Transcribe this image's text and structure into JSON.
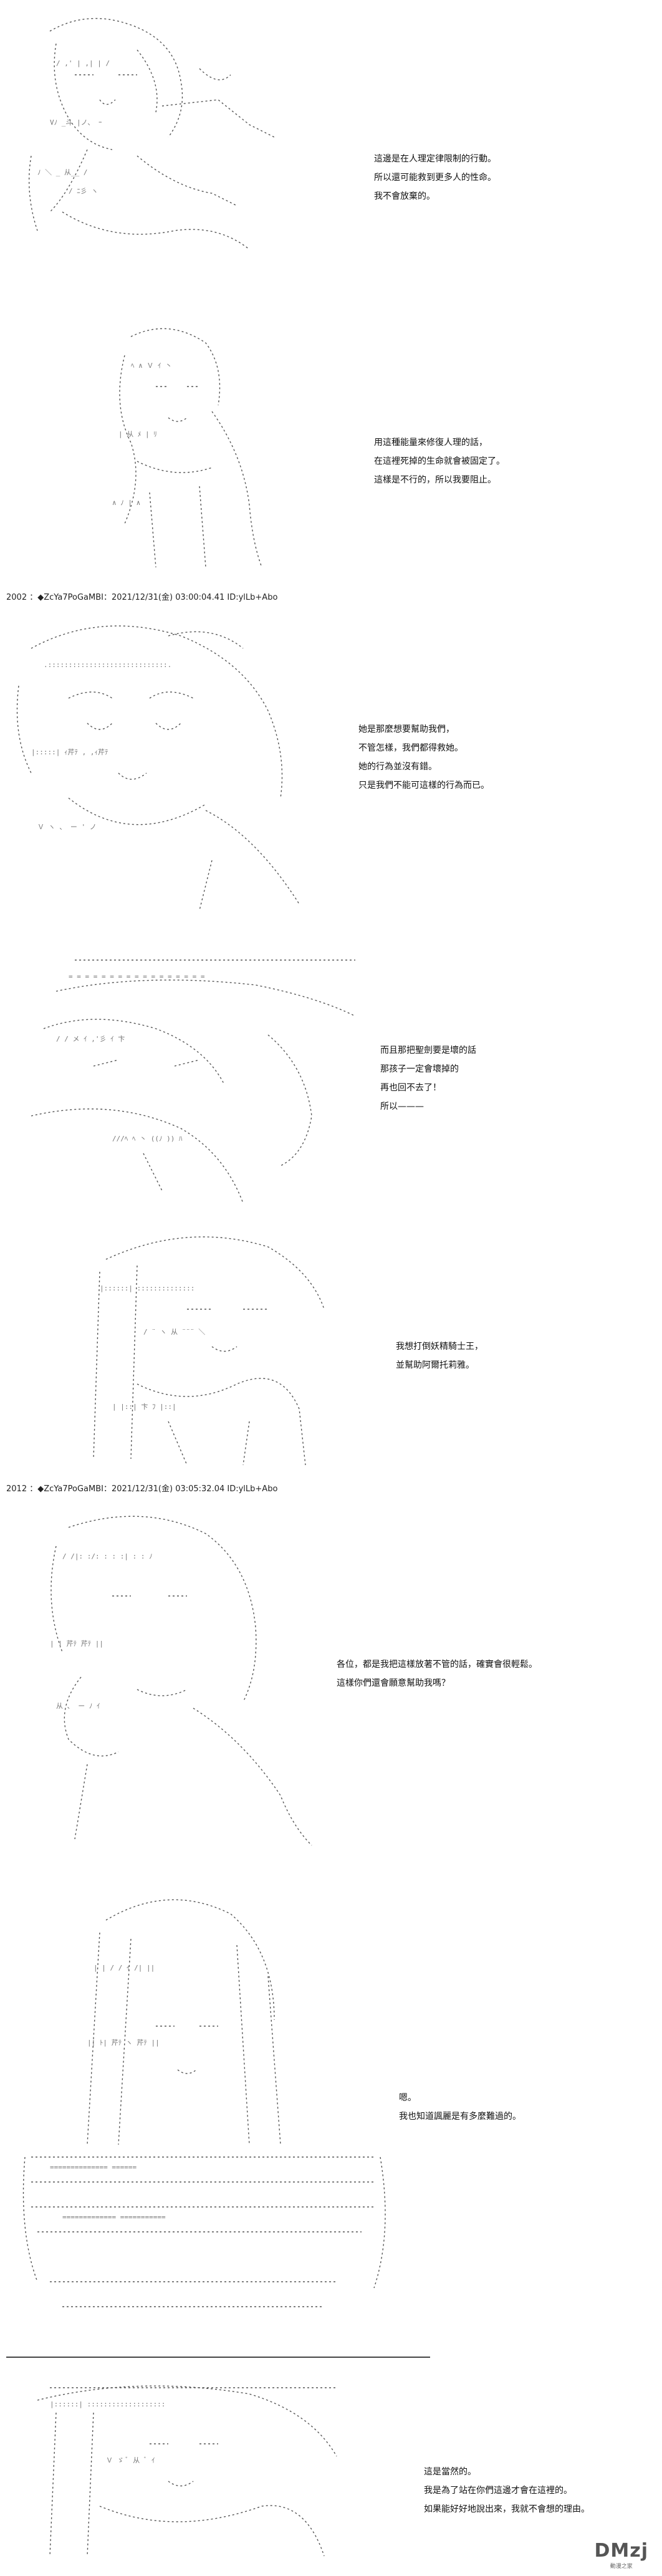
{
  "panels": [
    {
      "lines": [
        "這邊是在人理定律限制的行動。",
        "所以還可能救到更多人的性命。",
        "我不會放棄的。"
      ]
    },
    {
      "lines": [
        "用這種能量來修復人理的話，",
        "在這裡死掉的生命就會被固定了。",
        "這樣是不行的，所以我要阻止。"
      ]
    },
    {
      "lines": [
        "她是那麼想要幫助我們，",
        "不管怎樣，我們都得救她。",
        "她的行為並沒有錯。",
        "只是我們不能可這樣的行為而已。"
      ]
    },
    {
      "lines": [
        "而且那把聖劍要是壞的話",
        "那孩子一定會壞掉的",
        "再也回不去了！",
        "所以———"
      ]
    },
    {
      "lines": [
        "我想打倒妖精騎士王，",
        "並幫助阿爾托莉雅。"
      ]
    },
    {
      "lines": [
        "各位，都是我把這樣放著不管的話，確實會很輕鬆。",
        "這樣你們還會願意幫助我嗎？"
      ]
    },
    {
      "lines": [
        "嗯。",
        "我也知道諷麗是有多麼難過的。"
      ]
    },
    {
      "lines": [
        "這是當然的。",
        "我是為了站在你們這邊才會在這裡的。",
        "如果能好好地說出來，我就不會想的理由。"
      ]
    }
  ],
  "post_headers": [
    "2002 ：◆ZcYa7PoGaMBI：2021/12/31(金) 03:00:04.41 ID:ylLb+Abo",
    "2012 ：◆ZcYa7PoGaMBI：2021/12/31(金) 03:05:32.04 ID:ylLb+Abo"
  ],
  "watermark": {
    "logo": "DMzj",
    "sub": "動漫之家"
  }
}
